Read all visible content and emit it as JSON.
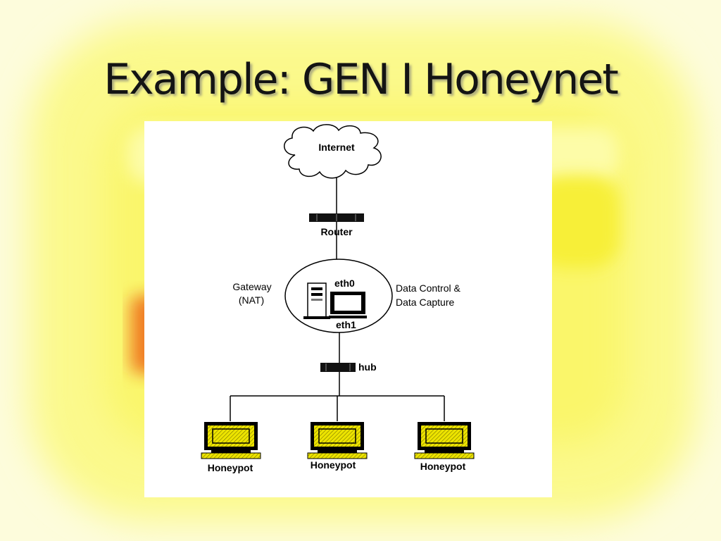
{
  "slide": {
    "title": "Example: GEN I Honeynet"
  },
  "diagram": {
    "internet": {
      "label": "Internet"
    },
    "router": {
      "label": "Router"
    },
    "gateway": {
      "label_line1": "Gateway",
      "label_line2": "(NAT)",
      "eth0": "eth0",
      "eth1": "eth1"
    },
    "data_control": {
      "line1": "Data Control &",
      "line2": "Data Capture"
    },
    "hub": {
      "label": "hub"
    },
    "honeypots": [
      {
        "label": "Honeypot"
      },
      {
        "label": "Honeypot"
      },
      {
        "label": "Honeypot"
      }
    ]
  },
  "colors": {
    "background": "#fdfbd0",
    "accent_yellow": "#fbf97a",
    "accent_orange": "#f07a22",
    "honeypot_fill": "#e8e000"
  }
}
